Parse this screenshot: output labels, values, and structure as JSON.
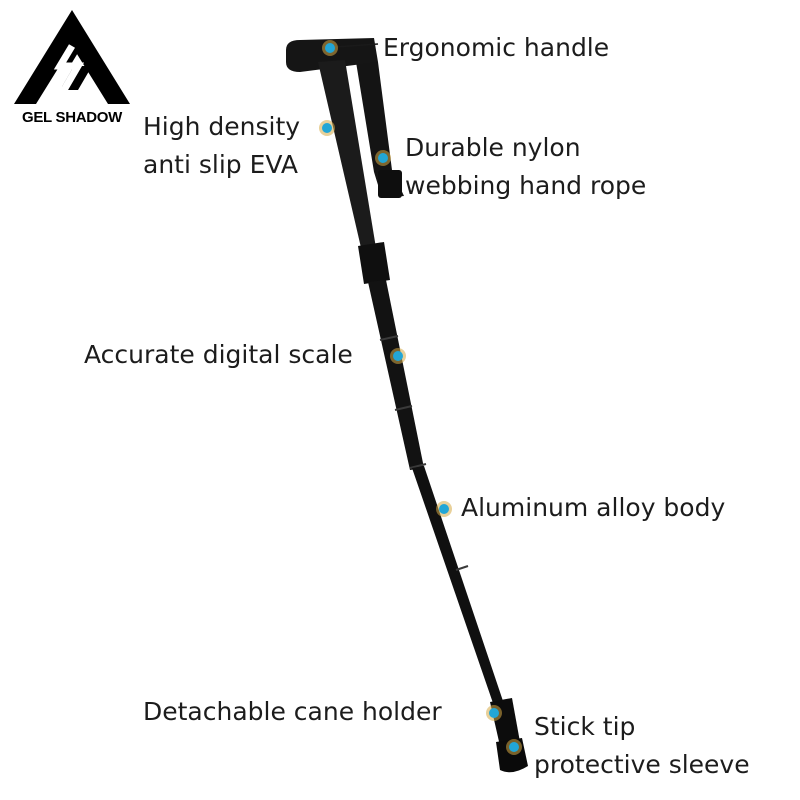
{
  "brand": {
    "name": "GEL SHADOW",
    "logo_icon": "triangle-s-mountain-logo",
    "color": "#000000"
  },
  "product_icon": "folding-walking-cane",
  "colors": {
    "callout_dot": "#22a6d6",
    "dot_ring": "#d6aa46",
    "cane_body": "#141414"
  },
  "callouts": {
    "ergonomic_handle": [
      "Ergonomic handle"
    ],
    "eva_grip": [
      "High density",
      "anti slip EVA"
    ],
    "hand_rope": [
      "Durable nylon",
      "webbing hand rope"
    ],
    "digital_scale": [
      "Accurate digital scale"
    ],
    "aluminum_body": [
      "Aluminum alloy body"
    ],
    "cane_holder": [
      "Detachable cane holder"
    ],
    "tip_sleeve": [
      "Stick tip",
      "protective sleeve"
    ]
  }
}
